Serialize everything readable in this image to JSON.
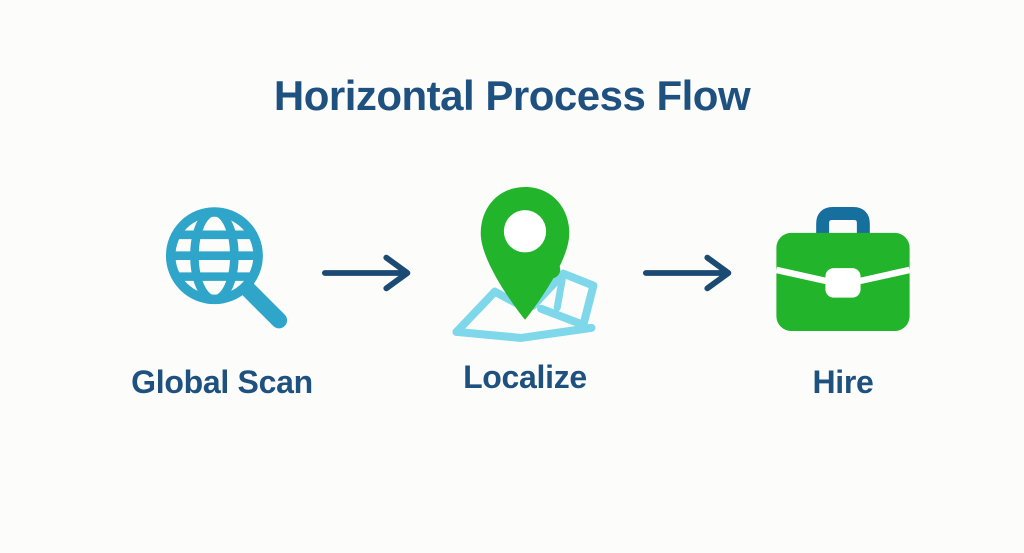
{
  "title": "Horizontal Process Flow",
  "steps": [
    {
      "label": "Global Scan",
      "icon": "globe-search-icon"
    },
    {
      "label": "Localize",
      "icon": "map-pin-icon"
    },
    {
      "label": "Hire",
      "icon": "briefcase-icon"
    }
  ],
  "connectors": [
    {
      "icon": "right-arrow-icon"
    },
    {
      "icon": "right-arrow-icon"
    }
  ],
  "colors": {
    "background": "#FCFCFB",
    "title_text": "#1E5180",
    "label_text": "#1E5180",
    "arrow": "#1B4A73",
    "teal": "#2EA5C9",
    "green": "#22B42B",
    "light_blue_map": "#7FD8EA",
    "handle_blue": "#176F9E"
  }
}
